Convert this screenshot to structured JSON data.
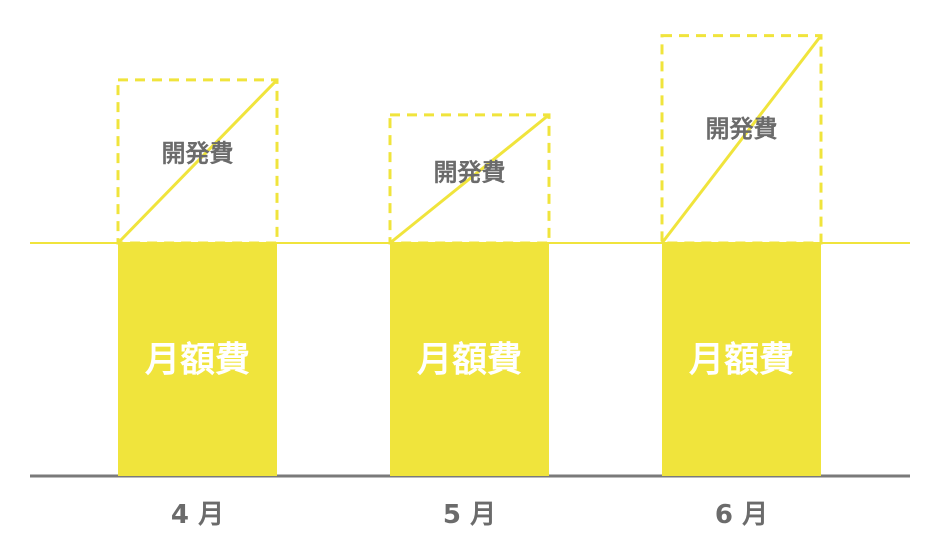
{
  "colors": {
    "accent": "#f0e43c",
    "axis": "#7a7a7a",
    "text_gray": "#6b6b6b",
    "text_white": "#ffffff"
  },
  "labels": {
    "fixed_fee": "月額費",
    "development_fee": "開発費"
  },
  "months": [
    {
      "label": "4 月",
      "fixed": 1,
      "development": 0.7
    },
    {
      "label": "5 月",
      "fixed": 1,
      "development": 0.55
    },
    {
      "label": "6 月",
      "fixed": 1,
      "development": 0.89
    }
  ]
}
